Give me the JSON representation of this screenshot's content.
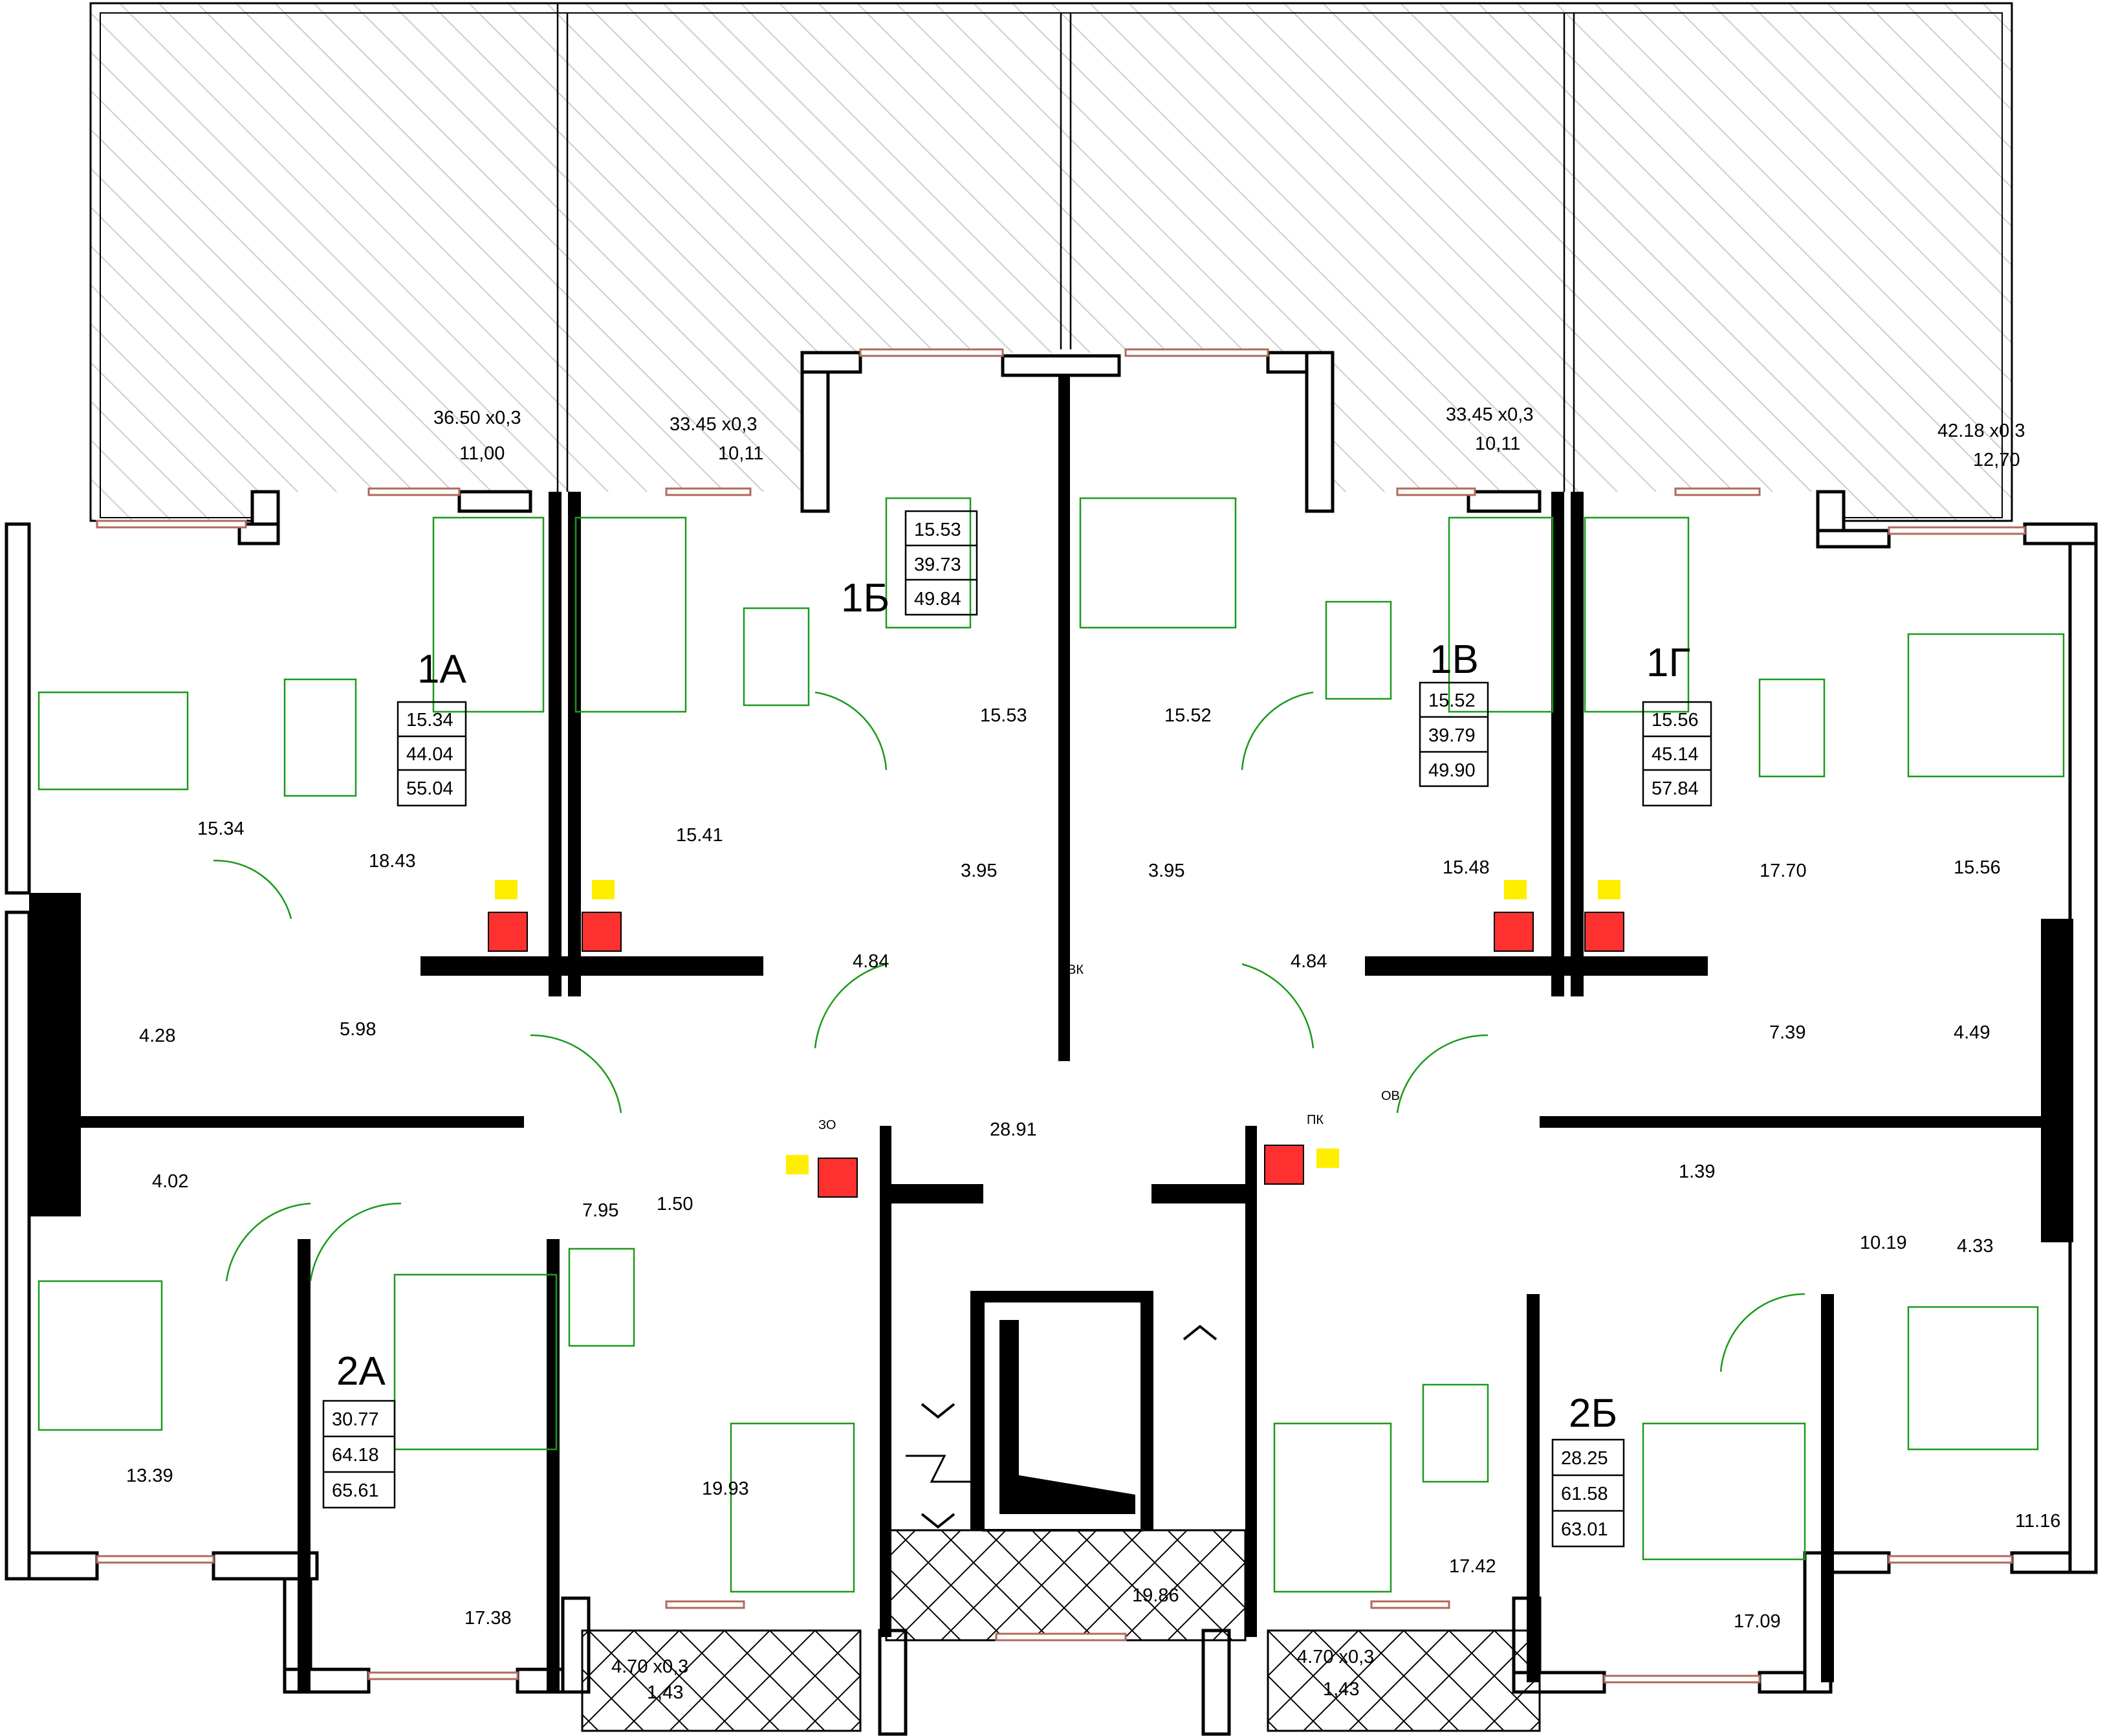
{
  "apartments": [
    {
      "id": "apt-1a",
      "label": "1А",
      "areas": [
        "15.34",
        "44.04",
        "55.04"
      ]
    },
    {
      "id": "apt-1b",
      "label": "1Б",
      "areas": [
        "15.53",
        "39.73",
        "49.84"
      ]
    },
    {
      "id": "apt-1v",
      "label": "1В",
      "areas": [
        "15.52",
        "39.79",
        "49.90"
      ]
    },
    {
      "id": "apt-1g",
      "label": "1Г",
      "areas": [
        "15.56",
        "45.14",
        "57.84"
      ]
    },
    {
      "id": "apt-2a",
      "label": "2А",
      "areas": [
        "30.77",
        "64.18",
        "65.61"
      ]
    },
    {
      "id": "apt-2b",
      "label": "2Б",
      "areas": [
        "28.25",
        "61.58",
        "63.01"
      ]
    }
  ],
  "rooms": [
    "15.34",
    "18.43",
    "15.41",
    "15.53",
    "15.52",
    "15.48",
    "17.70",
    "15.56",
    "4.28",
    "5.98",
    "4.02",
    "7.95",
    "1.50",
    "3.95",
    "3.95",
    "4.84",
    "4.84",
    "28.91",
    "7.39",
    "4.49",
    "1.39",
    "4.33",
    "10.19",
    "13.39",
    "17.38",
    "19.93",
    "19.86",
    "17.42",
    "17.09",
    "11.16"
  ],
  "terraces": [
    {
      "formula": "36.50 x0,3",
      "value": "11,00"
    },
    {
      "formula": "33.45  x0,3",
      "value": "10,11"
    },
    {
      "formula": "33.45 x0,3",
      "value": "10,11"
    },
    {
      "formula": "42.18  x0,3",
      "value": "12,70"
    }
  ],
  "balconies": [
    {
      "formula": "4.70 x0,3",
      "value": "1,43"
    },
    {
      "formula": "4.70 x0,3",
      "value": "1,43"
    }
  ],
  "shaft_labels": {
    "vk": "ВК",
    "zo": "ЗО",
    "ov": "ОВ",
    "pk": "ПК"
  }
}
